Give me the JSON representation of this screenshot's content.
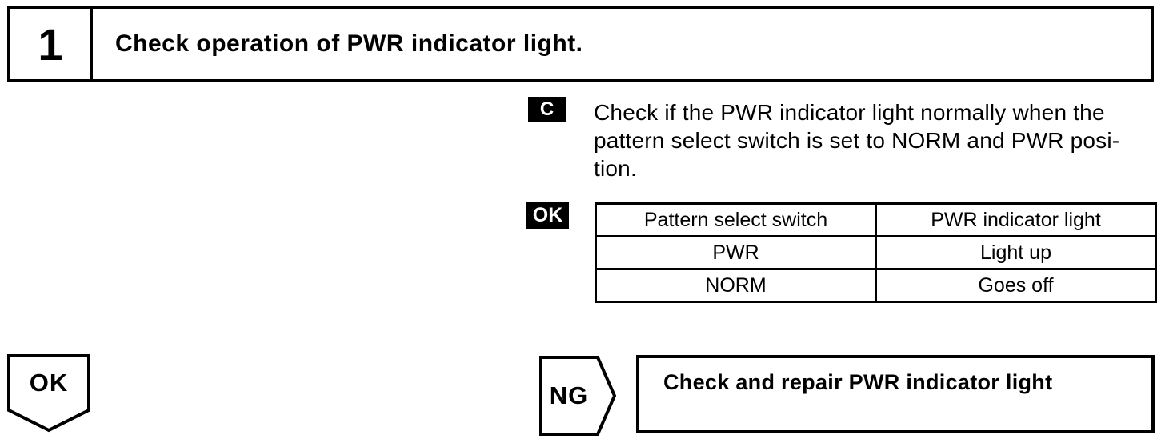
{
  "step": {
    "number": "1",
    "title": "Check operation of PWR indicator light."
  },
  "check_section": {
    "badge": "C",
    "lines": [
      "Check if the PWR indicator light normally when the",
      "pattern select switch is set to NORM and PWR posi-",
      "tion."
    ]
  },
  "ok_section": {
    "badge": "OK",
    "table": {
      "headers": [
        "Pattern select switch",
        "PWR indicator light"
      ],
      "rows": [
        [
          "PWR",
          "Light up"
        ],
        [
          "NORM",
          "Goes off"
        ]
      ]
    }
  },
  "flow": {
    "ok_connector_label": "OK",
    "ng_connector_label": "NG",
    "ng_action": "Check and repair PWR indicator light"
  },
  "colors": {
    "ink": "#000000",
    "paper": "#ffffff"
  }
}
